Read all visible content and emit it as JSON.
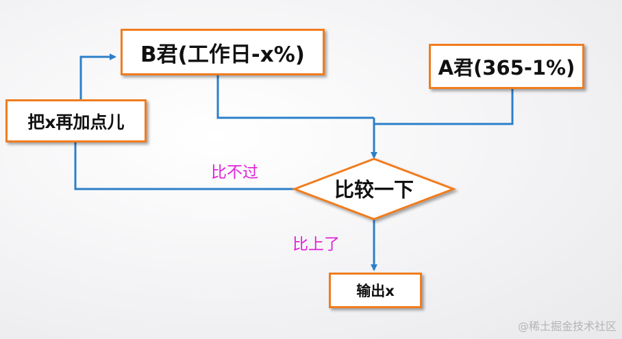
{
  "colors": {
    "box_border": "#f07c1e",
    "connector": "#2b7fc9",
    "edge_label": "#e020d8",
    "text": "#111111"
  },
  "nodes": {
    "b_jun": "B君(工作日-x%)",
    "a_jun": "A君(365-1%)",
    "add_x": "把x再加点儿",
    "compare": "比较一下",
    "output": "输出x"
  },
  "edges": {
    "not_better": "比不过",
    "better": "比上了"
  },
  "watermark": "@稀土掘金技术社区"
}
